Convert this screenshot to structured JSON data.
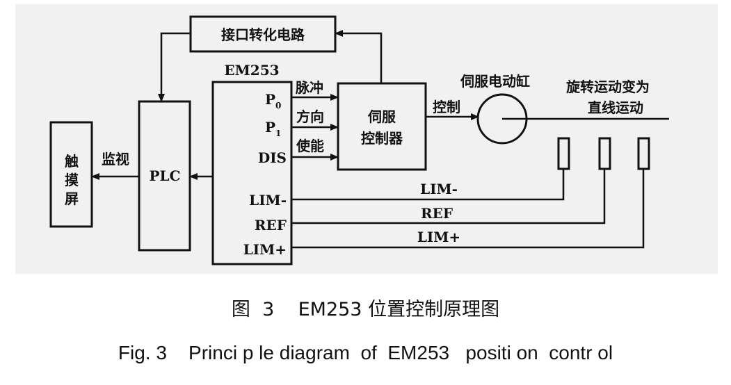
{
  "diagram": {
    "interface_box": "接口转化电路",
    "em253_title": "EM253",
    "em253_ports": [
      "P",
      "P",
      "DIS",
      "LIM-",
      "REF",
      "LIM+"
    ],
    "em253_port_subscripts": [
      "0",
      "1"
    ],
    "signal_labels": [
      "脉冲",
      "方向",
      "使能"
    ],
    "servo_controller": [
      "伺服",
      "控制器"
    ],
    "control_label": "控制",
    "servo_cylinder": "伺服电动缸",
    "rotation_note": [
      "旋转运动变为",
      "直线运动"
    ],
    "plc": "PLC",
    "monitor_label": "监视",
    "touch_screen": [
      "触",
      "摸",
      "屏"
    ],
    "limit_lines": [
      "LIM-",
      "REF",
      "LIM+"
    ]
  },
  "caption": {
    "cn": "图  3    EM253 位置控制原理图",
    "en": "Fig. 3    Princi p le diagram  of  EM253   positi on  contr ol"
  }
}
